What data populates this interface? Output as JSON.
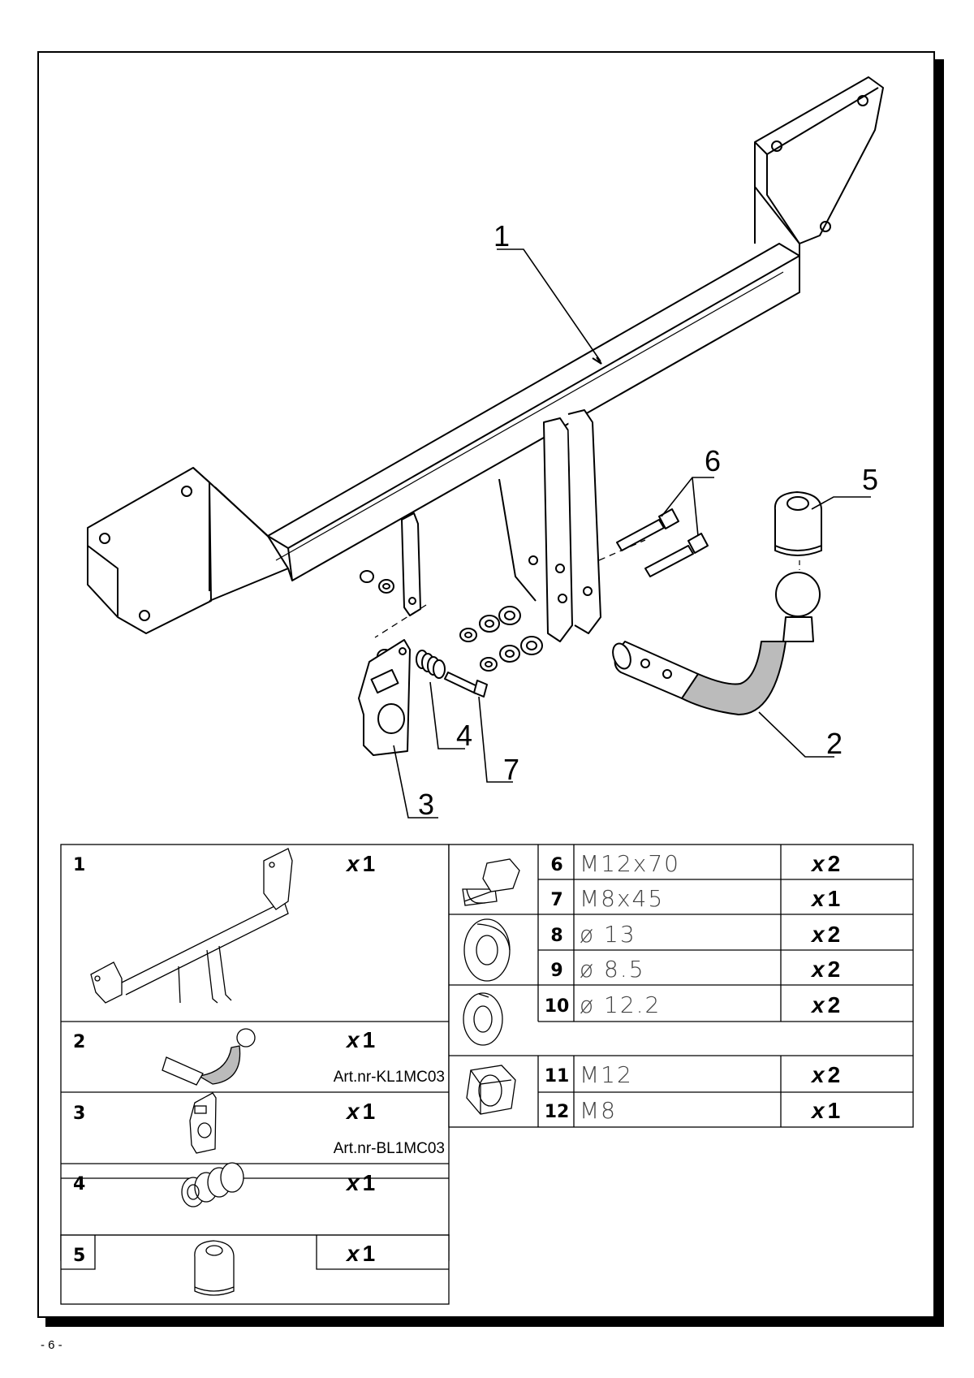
{
  "page_number": "- 6 -",
  "callouts": [
    {
      "id": "1",
      "label": "1"
    },
    {
      "id": "2",
      "label": "2"
    },
    {
      "id": "3",
      "label": "3"
    },
    {
      "id": "4",
      "label": "4"
    },
    {
      "id": "5",
      "label": "5"
    },
    {
      "id": "6",
      "label": "6"
    },
    {
      "id": "7",
      "label": "7"
    }
  ],
  "parts_left": [
    {
      "no": "1",
      "qty_prefix": "x",
      "qty": "1",
      "art": ""
    },
    {
      "no": "2",
      "qty_prefix": "x",
      "qty": "1",
      "art": "Art.nr-KL1MC03"
    },
    {
      "no": "3",
      "qty_prefix": "x",
      "qty": "1",
      "art": "Art.nr-BL1MC03"
    },
    {
      "no": "4",
      "qty_prefix": "x",
      "qty": "1",
      "art": ""
    },
    {
      "no": "5",
      "qty_prefix": "x",
      "qty": "1",
      "art": ""
    }
  ],
  "parts_right": [
    {
      "no": "6",
      "spec": "M12x70",
      "qty_prefix": "x",
      "qty": "2"
    },
    {
      "no": "7",
      "spec": "M8x45",
      "qty_prefix": "x",
      "qty": "1"
    },
    {
      "no": "8",
      "spec": "ø 13",
      "qty_prefix": "x",
      "qty": "2"
    },
    {
      "no": "9",
      "spec": "ø 8.5",
      "qty_prefix": "x",
      "qty": "2"
    },
    {
      "no": "10",
      "spec": "ø 12.2",
      "qty_prefix": "x",
      "qty": "2"
    },
    {
      "no": "11",
      "spec": "M12",
      "qty_prefix": "x",
      "qty": "2"
    },
    {
      "no": "12",
      "spec": "M8",
      "qty_prefix": "x",
      "qty": "1"
    }
  ]
}
